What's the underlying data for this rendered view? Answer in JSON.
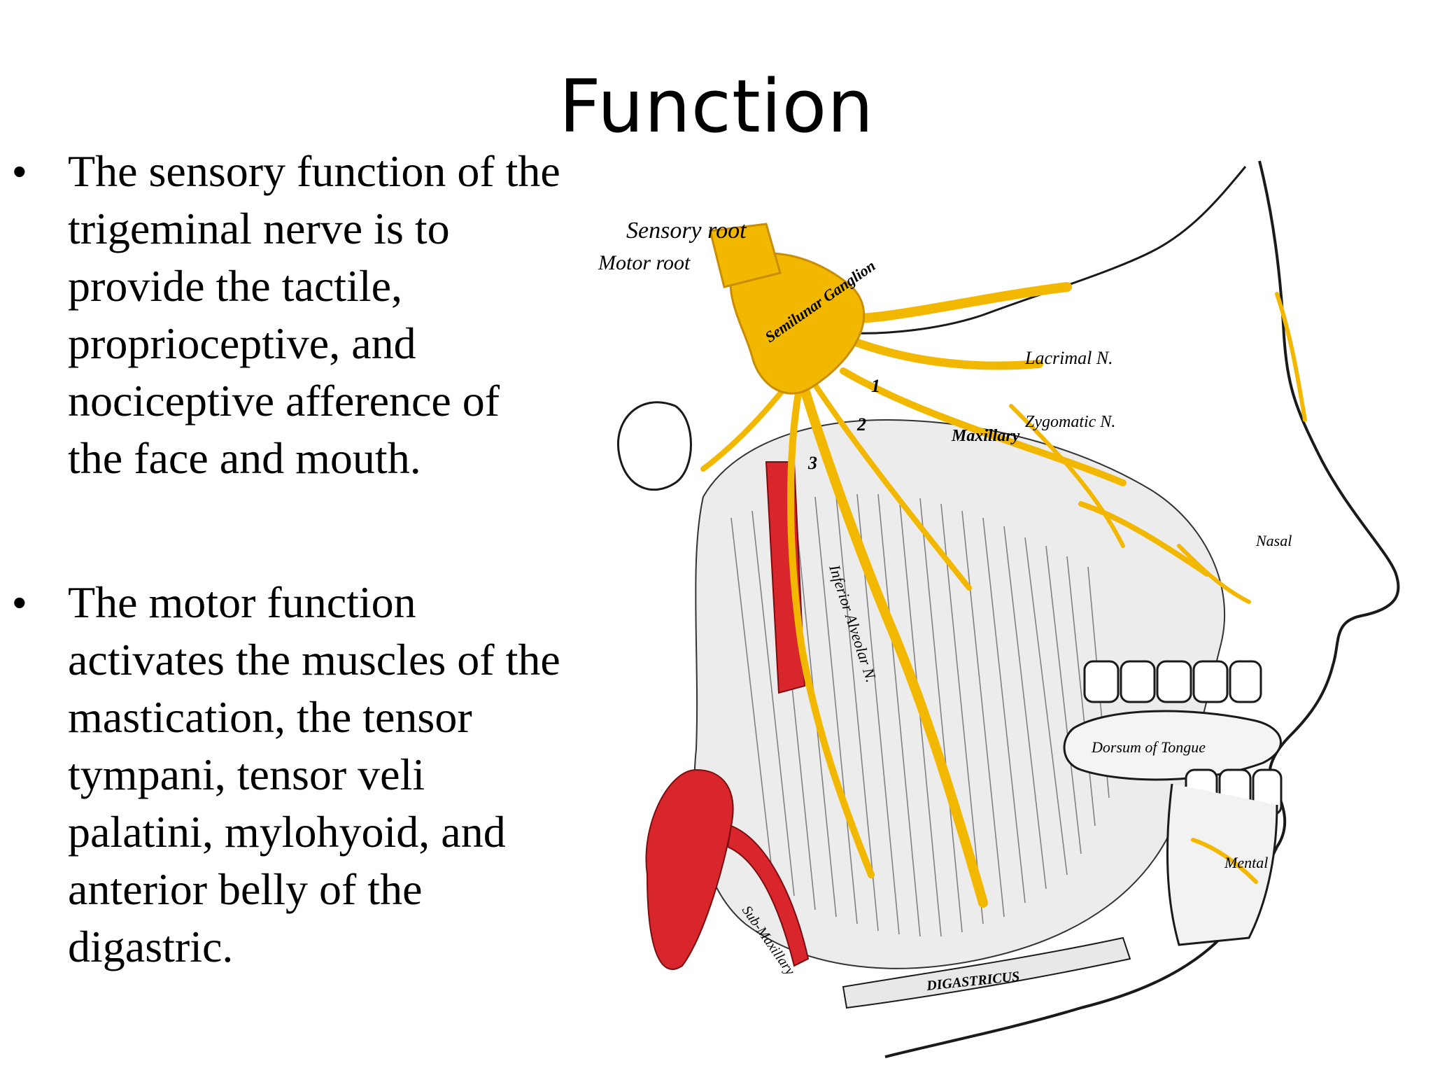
{
  "slide": {
    "title": "Function",
    "bullets": [
      {
        "text": "The sensory function of the\ntrigeminal nerve is to\nprovide the tactile,\nproprioceptive, and\nnociceptive  afference of\nthe face and mouth."
      },
      {
        "text": "The motor function\nactivates the muscles of the\nmastication, the tensor\ntympani, tensor veli\npalatini, mylohyoid, and\nanterior belly of the\ndigastric."
      }
    ]
  },
  "figure": {
    "labels": {
      "sensory_root": "Sensory root",
      "motor_root": "Motor root",
      "semilunar_ganglion": "Semilunar Ganglion",
      "lacrimal": "Lacrimal N.",
      "zygomatic": "Zygomatic N.",
      "maxillary": "Maxillary",
      "nasal": "Nasal",
      "dorsum_of_tongue": "Dorsum of Tongue",
      "mental": "Mental",
      "digastricus": "DIGASTRICUS",
      "inferior_alveolar": "Inferior Alveolar N.",
      "sub_maxillary": "Sub-Maxillary",
      "num_1": "1",
      "num_2": "2",
      "num_3": "3"
    },
    "colors": {
      "nerve": "#f2b800",
      "nerve_dark": "#c98d00",
      "artery": "#d8262c",
      "ink": "#1a1a1a"
    }
  }
}
